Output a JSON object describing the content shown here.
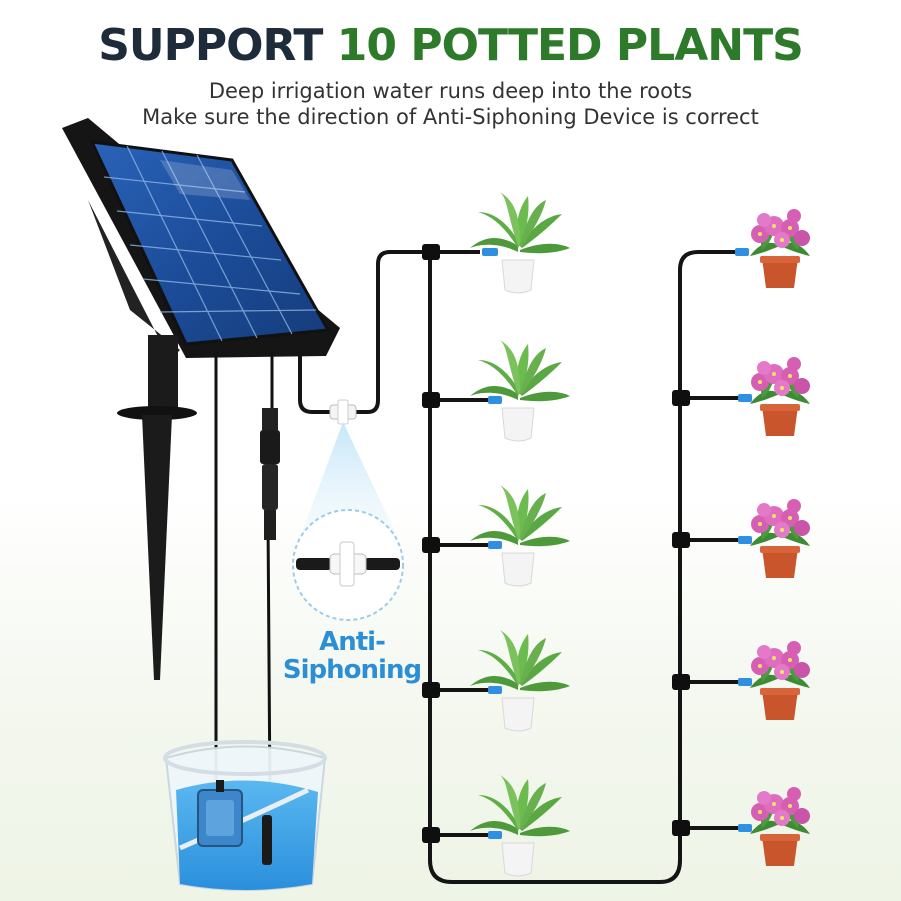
{
  "header": {
    "title_part1": "SUPPORT ",
    "title_part2": "10 POTTED PLANTS",
    "subtitle_line1": "Deep irrigation water runs deep into the roots",
    "subtitle_line2": "Make sure the direction of Anti-Siphoning Device is correct"
  },
  "callout": {
    "line1": "Anti-",
    "line2": "Siphoning"
  },
  "colors": {
    "title_dark": "#1d2b3a",
    "title_green": "#2d7a2a",
    "callout_blue": "#2c8fd6",
    "water_blue": "#3aa2e6",
    "tube": "#1a1a1a",
    "pot_white": "#f4f4f4",
    "pot_terracotta": "#c8552b",
    "flower_pink": "#d65fb4"
  },
  "plants": {
    "left_column_count": 5,
    "right_column_count": 5,
    "left_type": "green-leaf plant in white pot",
    "right_type": "pink flowers in terracotta pot"
  }
}
